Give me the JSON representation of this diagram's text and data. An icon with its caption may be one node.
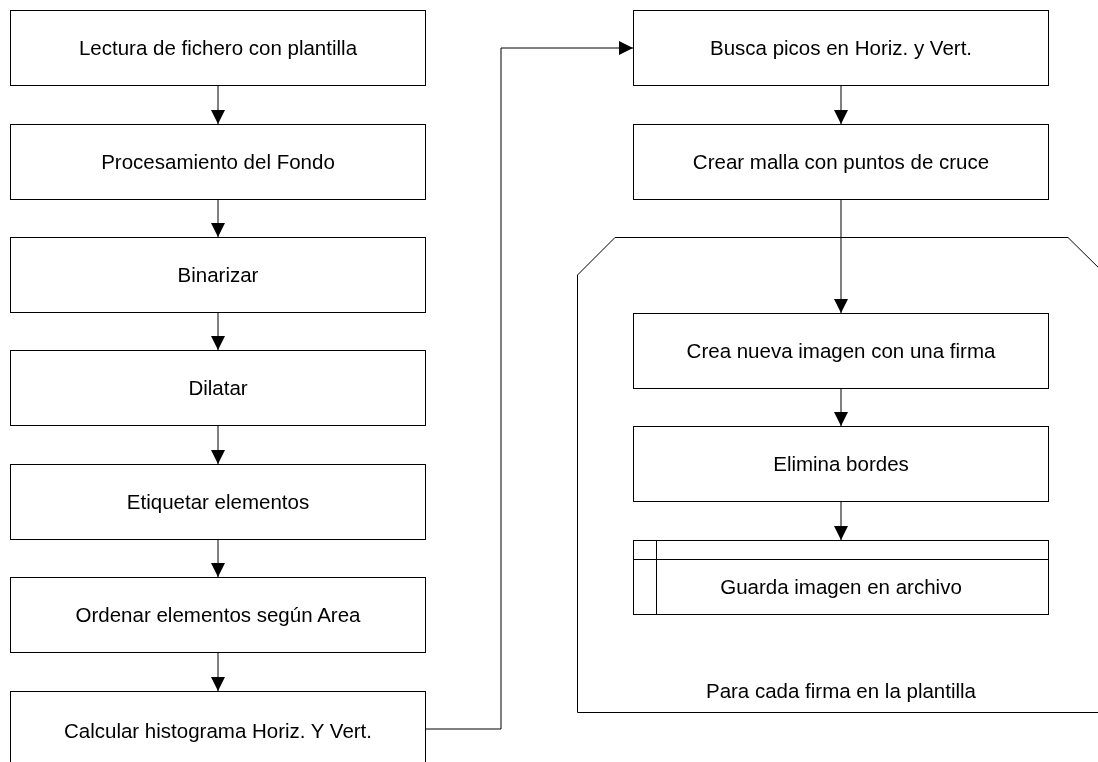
{
  "diagram": {
    "nodes": [
      {
        "text": [
          "Lectura de fichero con plantilla"
        ]
      },
      {
        "text": [
          "Procesamiento del Fondo"
        ]
      },
      {
        "text": [
          "Binarizar"
        ]
      },
      {
        "text": [
          "Dilatar"
        ]
      },
      {
        "text": [
          "Etiquetar elementos"
        ]
      },
      {
        "text": [
          "Ordenar elementos según Area"
        ]
      },
      {
        "text": [
          "Calcular histograma Horiz. Y Vert."
        ]
      },
      {
        "text": [
          "Busca picos en Horiz. y Vert."
        ]
      },
      {
        "text": [
          "Crear malla con puntos de cruce"
        ]
      },
      {
        "text": [
          "Para cada firma en la plantilla"
        ]
      },
      {
        "text": [
          "Crea nueva imagen con una firma"
        ],
        "in": 9
      },
      {
        "text": [
          "Elimina bordes"
        ],
        "in": 9
      },
      {
        "text": [
          "Guarda imagen en archivo"
        ],
        "in": 9
      }
    ],
    "edges": [
      {
        "from": 0,
        "to": 1,
        "arrow": "to"
      },
      {
        "from": 1,
        "to": 2,
        "arrow": "to"
      },
      {
        "from": 2,
        "to": 3,
        "arrow": "to"
      },
      {
        "from": 3,
        "to": 4,
        "arrow": "to"
      },
      {
        "from": 4,
        "to": 5,
        "arrow": "to"
      },
      {
        "from": 5,
        "to": 6,
        "arrow": "to"
      },
      {
        "from": 6,
        "to": 7,
        "arrow": "to"
      },
      {
        "from": 7,
        "to": 8,
        "arrow": "to"
      },
      {
        "from": 8,
        "to": 10,
        "arrow": "to"
      },
      {
        "from": 10,
        "to": 11,
        "arrow": "to"
      },
      {
        "from": 11,
        "to": 12,
        "arrow": "to"
      }
    ]
  }
}
